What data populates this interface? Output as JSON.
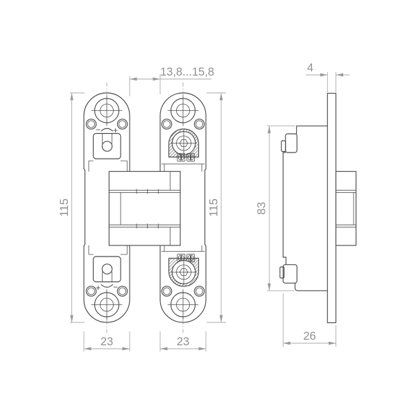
{
  "drawing": {
    "kind": "concealed-hinge-orthographic-views",
    "dims": {
      "gap": "13,8...15,8",
      "plate_thickness": "4",
      "wing_height_left": "115",
      "wing_height_right": "115",
      "body_height": "83",
      "wing_width_left": "23",
      "wing_width_right": "23",
      "total_depth": "26"
    },
    "marks": {
      "top_minus": "−",
      "top_plus": "+",
      "bottom_plus": "+",
      "bottom_minus": "−"
    },
    "colors": {
      "part_line": "#4b4b4b",
      "dimension_line": "#aaaaaa",
      "dimension_text": "#909090",
      "background": "#ffffff"
    }
  }
}
